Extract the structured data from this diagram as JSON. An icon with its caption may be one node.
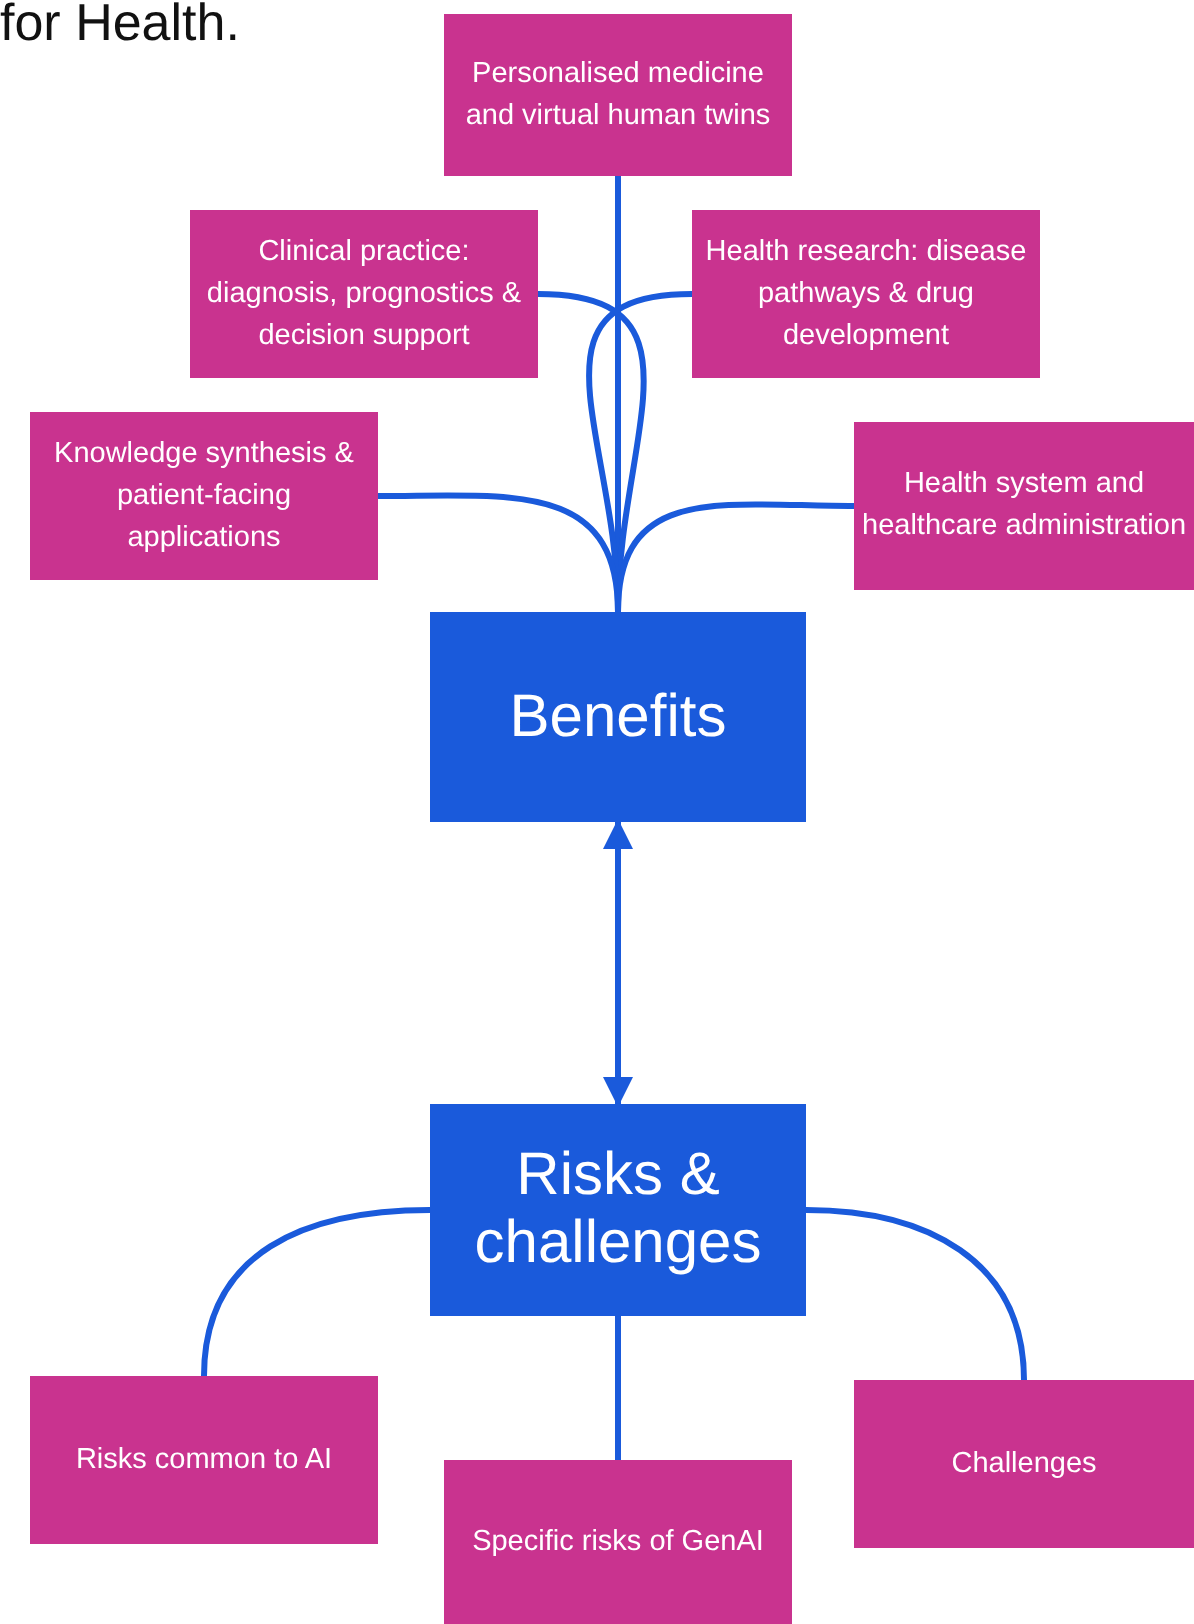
{
  "diagram": {
    "nodes": [
      {
        "text": [
          "Personalised medicine and virtual human twins"
        ]
      },
      {
        "text": [
          "Clinical practice: diagnosis, prognostics & decision support"
        ]
      },
      {
        "text": [
          "Health research: disease pathways & drug development"
        ]
      },
      {
        "text": [
          "Knowledge synthesis & patient-facing applications"
        ]
      },
      {
        "text": [
          "Health system and healthcare administration"
        ]
      },
      {
        "text": [
          "Benefits"
        ]
      },
      {
        "text": [
          "Risks & challenges"
        ]
      },
      {
        "text": [
          "Risks common to AI"
        ]
      },
      {
        "text": [
          "Specific risks of GenAI"
        ]
      },
      {
        "text": [
          "Challenges"
        ]
      }
    ],
    "edges": [
      {
        "from": 0,
        "to": 5,
        "arrow": "none"
      },
      {
        "from": 1,
        "to": 5,
        "arrow": "none"
      },
      {
        "from": 2,
        "to": 5,
        "arrow": "none"
      },
      {
        "from": 3,
        "to": 5,
        "arrow": "none"
      },
      {
        "from": 4,
        "to": 5,
        "arrow": "none"
      },
      {
        "from": 5,
        "to": 6,
        "arrow": "both"
      },
      {
        "from": 6,
        "to": 7,
        "arrow": "none"
      },
      {
        "from": 6,
        "to": 8,
        "arrow": "none"
      },
      {
        "from": 6,
        "to": 9,
        "arrow": "none"
      }
    ],
    "labels": [
      "for Health."
    ]
  }
}
